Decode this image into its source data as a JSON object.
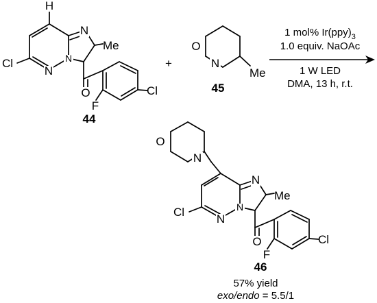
{
  "reactant_1": {
    "compound_number": "44",
    "atoms": {
      "h": "H",
      "n_ring": "N",
      "methyl": "Me",
      "cl_left": "Cl",
      "n_bottom": "N",
      "n_bridge": "N",
      "o": "O",
      "cl_right": "Cl",
      "f": "F"
    }
  },
  "plus_sign": "+",
  "reactant_2": {
    "compound_number": "45",
    "atoms": {
      "o": "O",
      "n": "N",
      "methyl": "Me"
    }
  },
  "conditions": {
    "line1_main": "1 mol% Ir(ppy)",
    "line1_subscript": "3",
    "line2": "1.0 equiv. NaOAc",
    "line3": "1 W LED",
    "line4": "DMA, 13 h, r.t."
  },
  "product": {
    "compound_number": "46",
    "atoms": {
      "o": "O",
      "n_morph": "N",
      "n_ring": "N",
      "methyl": "Me",
      "cl_left": "Cl",
      "n_bottom": "N",
      "n_bridge": "N",
      "o_carbonyl": "O",
      "cl_right": "Cl",
      "f": "F"
    },
    "yield_text": "57% yield",
    "ratio_italic": "exo/endo",
    "ratio_value": " = 5.5/1"
  }
}
